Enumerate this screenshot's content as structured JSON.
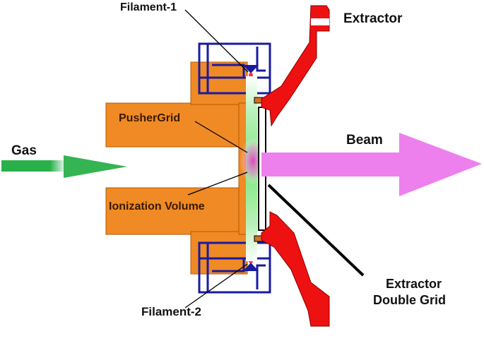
{
  "labels": {
    "filament1": "Filament-1",
    "filament2": "Filament-2",
    "extractor": "Extractor",
    "pusher_grid": "PusherGrid",
    "gas": "Gas",
    "beam": "Beam",
    "ionization_volume": "Ionization Volume",
    "extractor_double_grid_line1": "Extractor",
    "extractor_double_grid_line2": "Double Grid"
  },
  "colors": {
    "orange_body": "#f08a24",
    "extractor_red": "#ee1111",
    "filament_housing": "#1a1aa0",
    "gas_arrow": "#2ab04a",
    "beam_arrow": "#ee80ee",
    "ionization_glow": "#e040c0",
    "grid_glow": "#7fe87f"
  }
}
